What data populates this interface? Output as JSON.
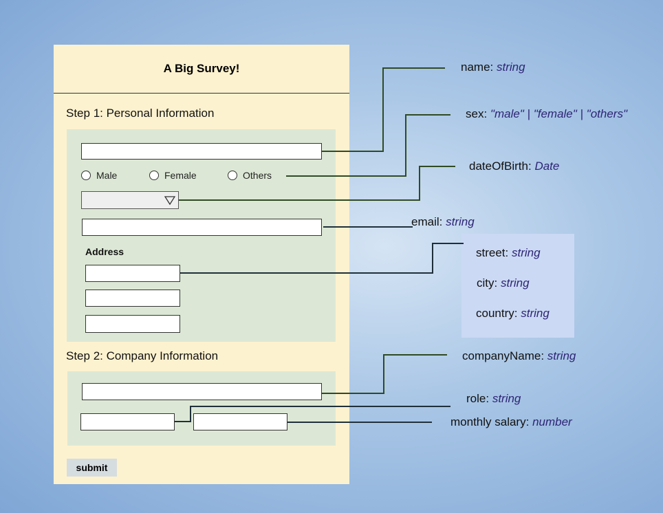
{
  "form": {
    "title": "A Big Survey!",
    "step1_title": "Step 1: Personal Information",
    "step2_title": "Step 2: Company Information",
    "radio_options": [
      "Male",
      "Female",
      "Others"
    ],
    "address_label": "Address",
    "submit_label": "submit"
  },
  "annotations": {
    "name": {
      "field": "name:",
      "type": "string"
    },
    "sex": {
      "field": "sex:",
      "type": "\"male\" | \"female\" | \"others\""
    },
    "dateOfBirth": {
      "field": "dateOfBirth:",
      "type": "Date"
    },
    "email": {
      "field": "email:",
      "type": "string"
    },
    "street": {
      "field": "street:",
      "type": "string"
    },
    "city": {
      "field": "city:",
      "type": "string"
    },
    "country": {
      "field": "country:",
      "type": "string"
    },
    "companyName": {
      "field": "companyName:",
      "type": "string"
    },
    "role": {
      "field": "role:",
      "type": "string"
    },
    "salary": {
      "field": "monthly salary:",
      "type": "number"
    }
  },
  "colors": {
    "form_bg": "#fdf2cf",
    "panel_bg": "#dce8d5",
    "connector_green": "#2f4a22",
    "connector_dark": "#1f2f3a",
    "type_text": "#2d2575",
    "address_box": "#cbd9f4"
  }
}
